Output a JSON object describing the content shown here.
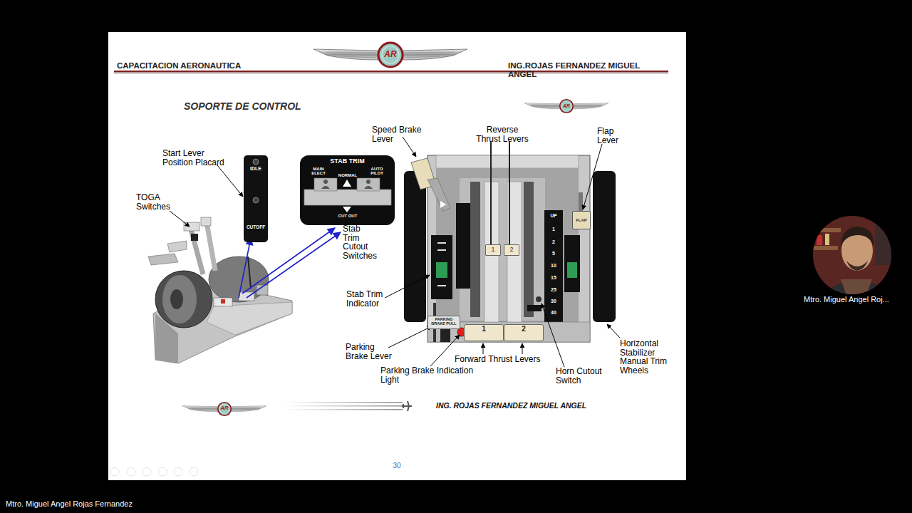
{
  "diagram": {
    "title": "SOPORTE DE CONTROL",
    "nodes": [
      {
        "text": [
          "IDLE",
          "CUTOFF"
        ]
      },
      {
        "text": [
          "STAB TRIM",
          "MAIN ELECT",
          "NORMAL",
          "AUTO PILOT",
          "CUT OUT"
        ]
      },
      {
        "text": [
          "PARKING BRAKE PULL"
        ]
      },
      {
        "text": [
          "FLAP"
        ]
      },
      {
        "text": [
          "1"
        ]
      },
      {
        "text": [
          "2"
        ]
      },
      {
        "text": [
          "1"
        ]
      },
      {
        "text": [
          "2"
        ]
      }
    ],
    "labels": [
      "CAPACITACION AERONAUTICA",
      "ING.ROJAS FERNANDEZ MIGUEL ANGEL",
      "AR",
      "AR",
      "Speed Brake Lever",
      "Reverse Thrust Levers",
      "Flap Lever",
      "Start Lever Position Placard",
      "TOGA Switches",
      "Stab Trim Cutout Switches",
      "UP",
      "1",
      "2",
      "5",
      "10",
      "15",
      "25",
      "30",
      "40",
      "Stab Trim Indicator",
      "Parking Brake Lever",
      "Horizontal Stabilizer Manual Trim Wheels",
      "Parking Brake Indication Light",
      "Forward Thrust Levers",
      "Horn Cutout Switch",
      "AR",
      "ING. ROJAS FERNANDEZ MIGUEL ANGEL",
      "30",
      "Mtro. Miguel Angel Roj...",
      "Mtro. Miguel Angel Rojas Fernandez"
    ]
  }
}
